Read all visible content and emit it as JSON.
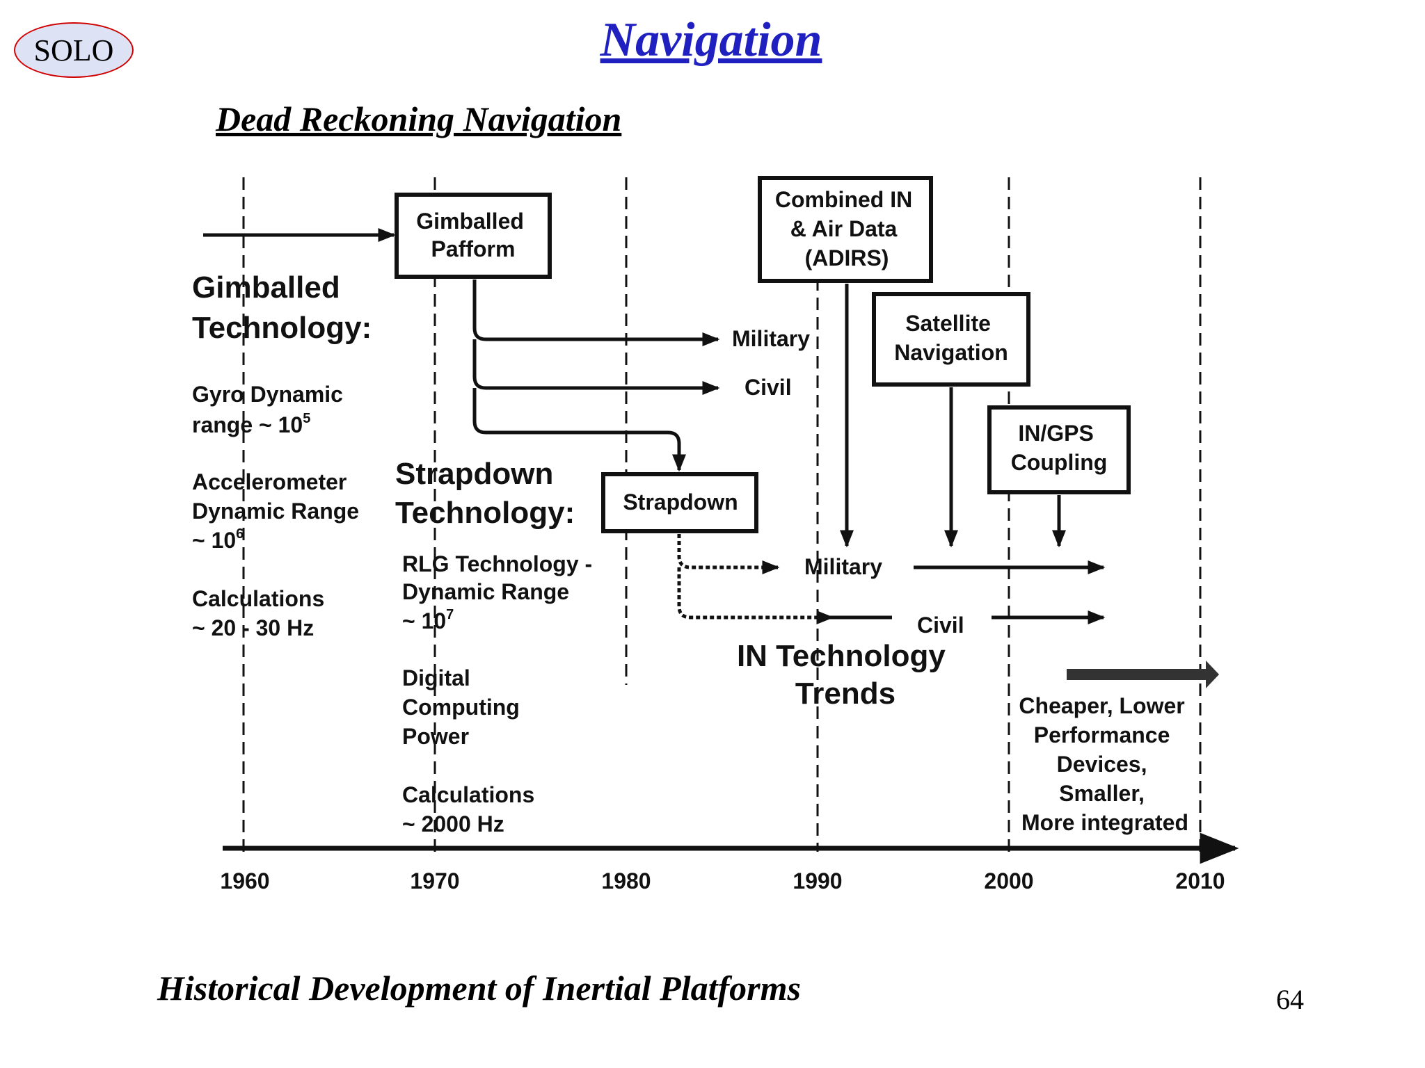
{
  "logo": "SOLO",
  "title": "Navigation",
  "subtitle": "Dead Reckoning Navigation",
  "caption": "Historical Development of Inertial Platforms",
  "page_number": "64",
  "timeline": {
    "years": [
      "1960",
      "1970",
      "1980",
      "1990",
      "2000",
      "2010"
    ]
  },
  "boxes": {
    "gimballed_platform": [
      "Gimballed",
      "Pafform"
    ],
    "adirs": [
      "Combined IN",
      "& Air Data",
      "(ADIRS)"
    ],
    "satellite": [
      "Satellite",
      "Navigation"
    ],
    "ingps": [
      "IN/GPS",
      "Coupling"
    ],
    "strapdown": "Strapdown"
  },
  "labels": {
    "gimballed_heading": [
      "Gimballed",
      "Technology:"
    ],
    "gyro": [
      "Gyro Dynamic",
      "range ~ 10",
      "5"
    ],
    "accel": [
      "Accelerometer",
      "Dynamic Range",
      "~ 10",
      "6"
    ],
    "calc_gimballed": [
      "Calculations",
      "~ 20 - 30 Hz"
    ],
    "strapdown_heading": [
      "Strapdown",
      "Technology:"
    ],
    "rlg": [
      "RLG Technology -",
      "Dynamic Range",
      "~ 10",
      "7"
    ],
    "digital": [
      "Digital",
      "Computing",
      "Power"
    ],
    "calc_strapdown": [
      "Calculations",
      "~ 2000 Hz"
    ],
    "military_1": "Military",
    "civil_1": "Civil",
    "military_2": "Military",
    "civil_2": "Civil",
    "trends": [
      "IN Technology",
      "Trends"
    ],
    "cheaper": [
      "Cheaper,  Lower",
      "Performance",
      "Devices,",
      "Smaller,",
      "More integrated"
    ]
  }
}
